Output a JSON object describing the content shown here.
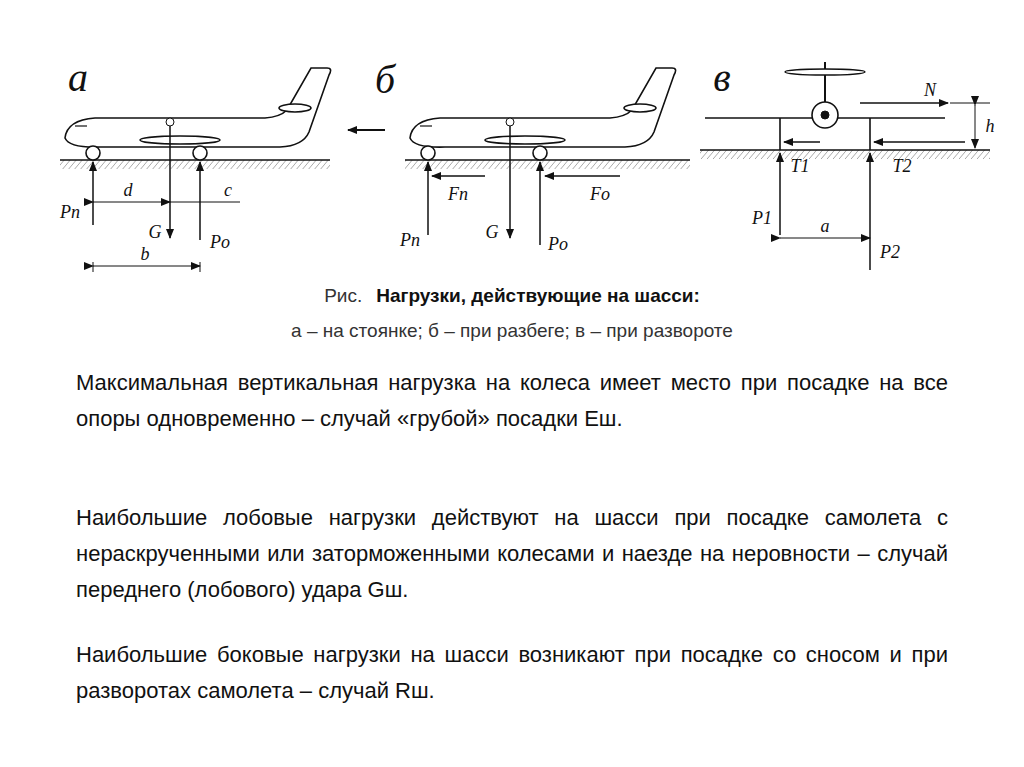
{
  "diagram": {
    "title": "Нагрузки, действующие на шасси:",
    "caption": "а – на стоянке; б – при разбеге; в – при развороте",
    "labels": [
      "а",
      "Pп",
      "d",
      "G",
      "c",
      "Pо",
      "b",
      "б",
      "Pп",
      "Fп",
      "G",
      "Pо",
      "Fо",
      "в",
      "N",
      "h",
      "T1",
      "T2",
      "P1",
      "a",
      "P2",
      "Рис.",
      "Максимальная вертикальная нагрузка на колеса имеет место при посадке на все опоры одновременно – случай «грубой» посадки Eш.",
      "Наибольшие лобовые нагрузки действуют на шасси при посадке самолета с нераскрученными или заторможенными колесами и наезде на неровности – случай переднего (лобового) удара Gш.",
      "Наибольшие боковые нагрузки на шасси возникают при посадке со сносом и при разворотах самолета – случай Rш."
    ]
  }
}
